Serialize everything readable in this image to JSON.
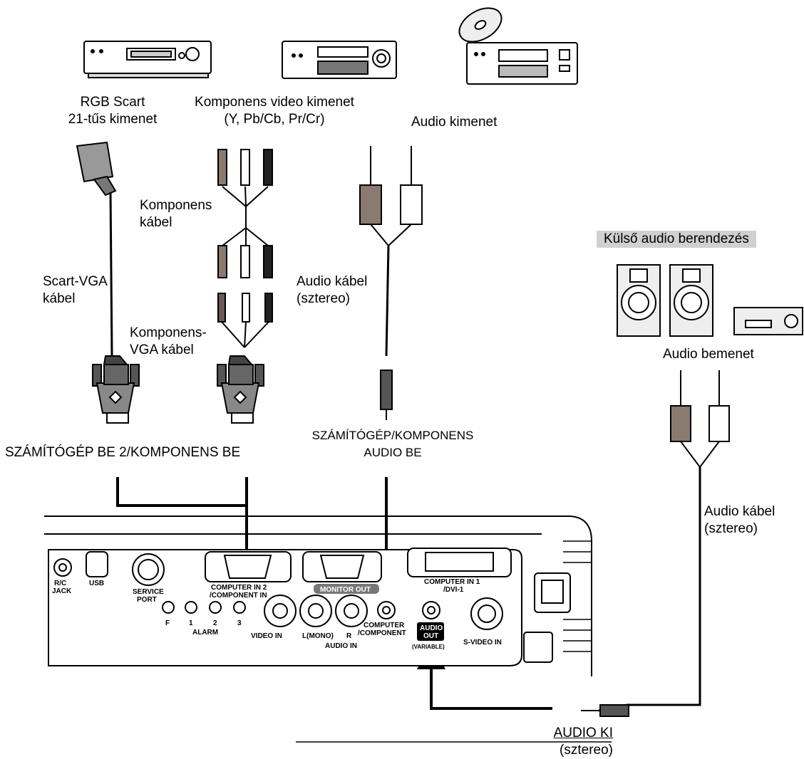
{
  "sources": {
    "rgb_scart": [
      "RGB Scart",
      "21-tűs kimenet"
    ],
    "component_out": [
      "Komponens video kimenet",
      "(Y, Pb/Cb, Pr/Cr)"
    ],
    "audio_out": "Audio kimenet"
  },
  "cables": {
    "component_cable": [
      "Komponens",
      "kábel"
    ],
    "scart_vga": [
      "Scart-VGA",
      "kábel"
    ],
    "component_vga": [
      "Komponens-",
      "VGA kábel"
    ],
    "audio_cable_left": [
      "Audio kábel",
      "(sztereo)"
    ],
    "audio_cable_right": [
      "Audio kábel",
      "(sztereo)"
    ]
  },
  "external": {
    "title": "Külső audio berendezés",
    "input": "Audio bemenet"
  },
  "inputs": {
    "computer_in2": "SZÁMÍTÓGÉP BE 2/KOMPONENS BE",
    "audio_in": [
      "SZÁMÍTÓGÉP/KOMPONENS",
      "AUDIO BE"
    ],
    "audio_ki": [
      "AUDIO KI",
      "(sztereo)"
    ]
  },
  "panel": {
    "rc_jack": [
      "R/C",
      "JACK"
    ],
    "usb": "USB",
    "service_port": [
      "SERVICE",
      "PORT"
    ],
    "computer_in2": [
      "COMPUTER IN 2",
      "/COMPONENT IN"
    ],
    "monitor_out": "MONITOR OUT",
    "computer_in1": [
      "COMPUTER IN 1",
      "/DVI-1"
    ],
    "alarm_keys": [
      "F",
      "1",
      "2",
      "3"
    ],
    "alarm": "ALARM",
    "video_in": "VIDEO IN",
    "audio_lmono": "L(MONO)",
    "audio_r": "R",
    "audio_in": "AUDIO IN",
    "computer_component": [
      "COMPUTER",
      "/COMPONENT"
    ],
    "audio_out": [
      "AUDIO",
      "OUT"
    ],
    "variable": "(VARIABLE)",
    "s_video_in": "S-VIDEO IN"
  }
}
